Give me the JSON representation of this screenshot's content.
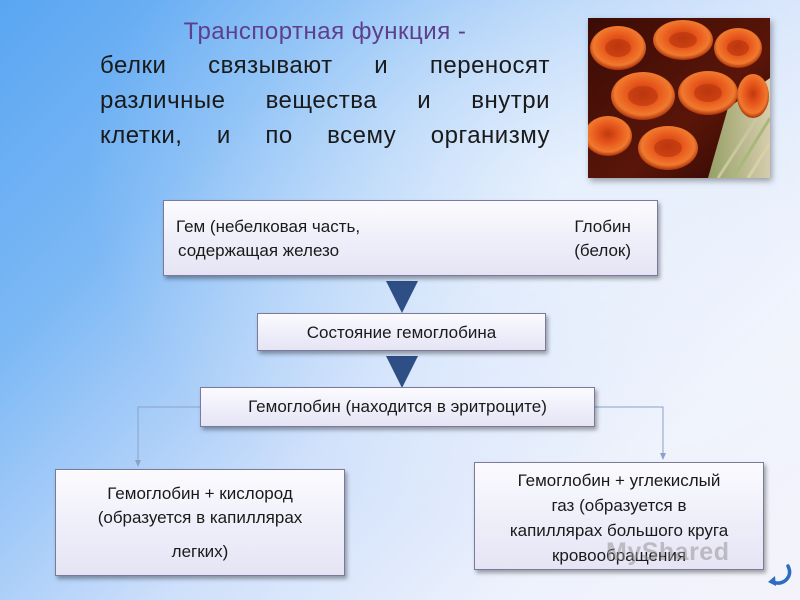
{
  "title": {
    "heading": "Транспортная функция -",
    "line1": "белки   связывают   и   переносят",
    "line2": "различные    вещества и   внутри",
    "line3": "клетки,   и    по    всему   организму"
  },
  "photo": {
    "icon": "red-blood-cells-photo"
  },
  "gem_box": {
    "left_line1": "Гем (небелковая часть,",
    "left_line2": "содержащая железо",
    "right_line1": "Глобин",
    "right_line2": "(белок)"
  },
  "state_box": {
    "label": "Состояние гемоглобина"
  },
  "hb_box": {
    "label": "Гемоглобин (находится в эритроците)"
  },
  "o2_box": {
    "line1": "Гемоглобин + кислород",
    "line2": "(образуется в капиллярах",
    "line3": "легких)"
  },
  "co2_box": {
    "line1": "Гемоглобин + углекислый",
    "line2": "газ (образуется в",
    "line3": "капиллярах большого круга",
    "line4": "кровообращения"
  },
  "watermark": {
    "text": "MyShared"
  },
  "colors": {
    "arrow": "#2e4e86",
    "connector": "#8aa2c8",
    "heading": "#5d3f8c"
  }
}
